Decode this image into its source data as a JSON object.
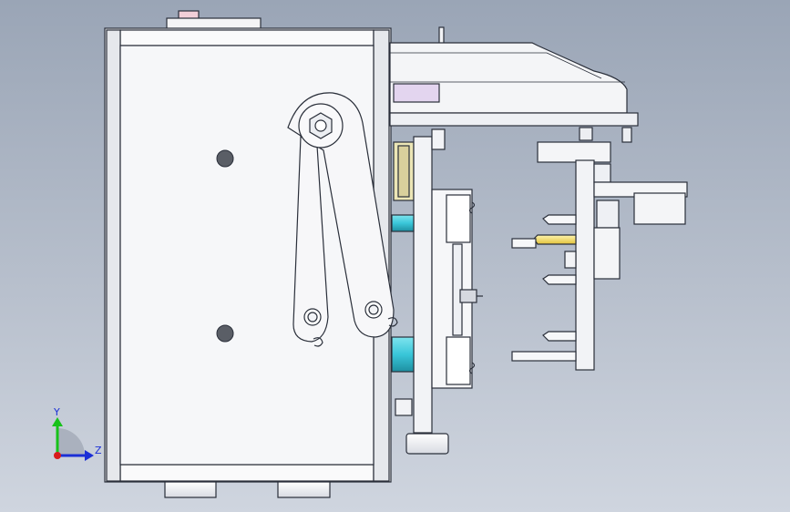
{
  "viewport": {
    "view": "cad-model-side-view",
    "background_colors": [
      "#9aa5b6",
      "#cfd5df"
    ]
  },
  "triad": {
    "y_label": "Y",
    "z_label": "Z",
    "colors": {
      "y": "#17c21a",
      "z": "#1b2fd6",
      "origin": "#d81b1b"
    }
  },
  "colors": {
    "outline": "#2a2f3a",
    "body_face": "#f2f3f6",
    "body_shade": "#d9dbe1",
    "cyan_standoff": "#39c6d9",
    "yellow_pin": "#f3d84a",
    "pink_block": "#f2cfd8",
    "lavender_block": "#e3d5ef"
  }
}
